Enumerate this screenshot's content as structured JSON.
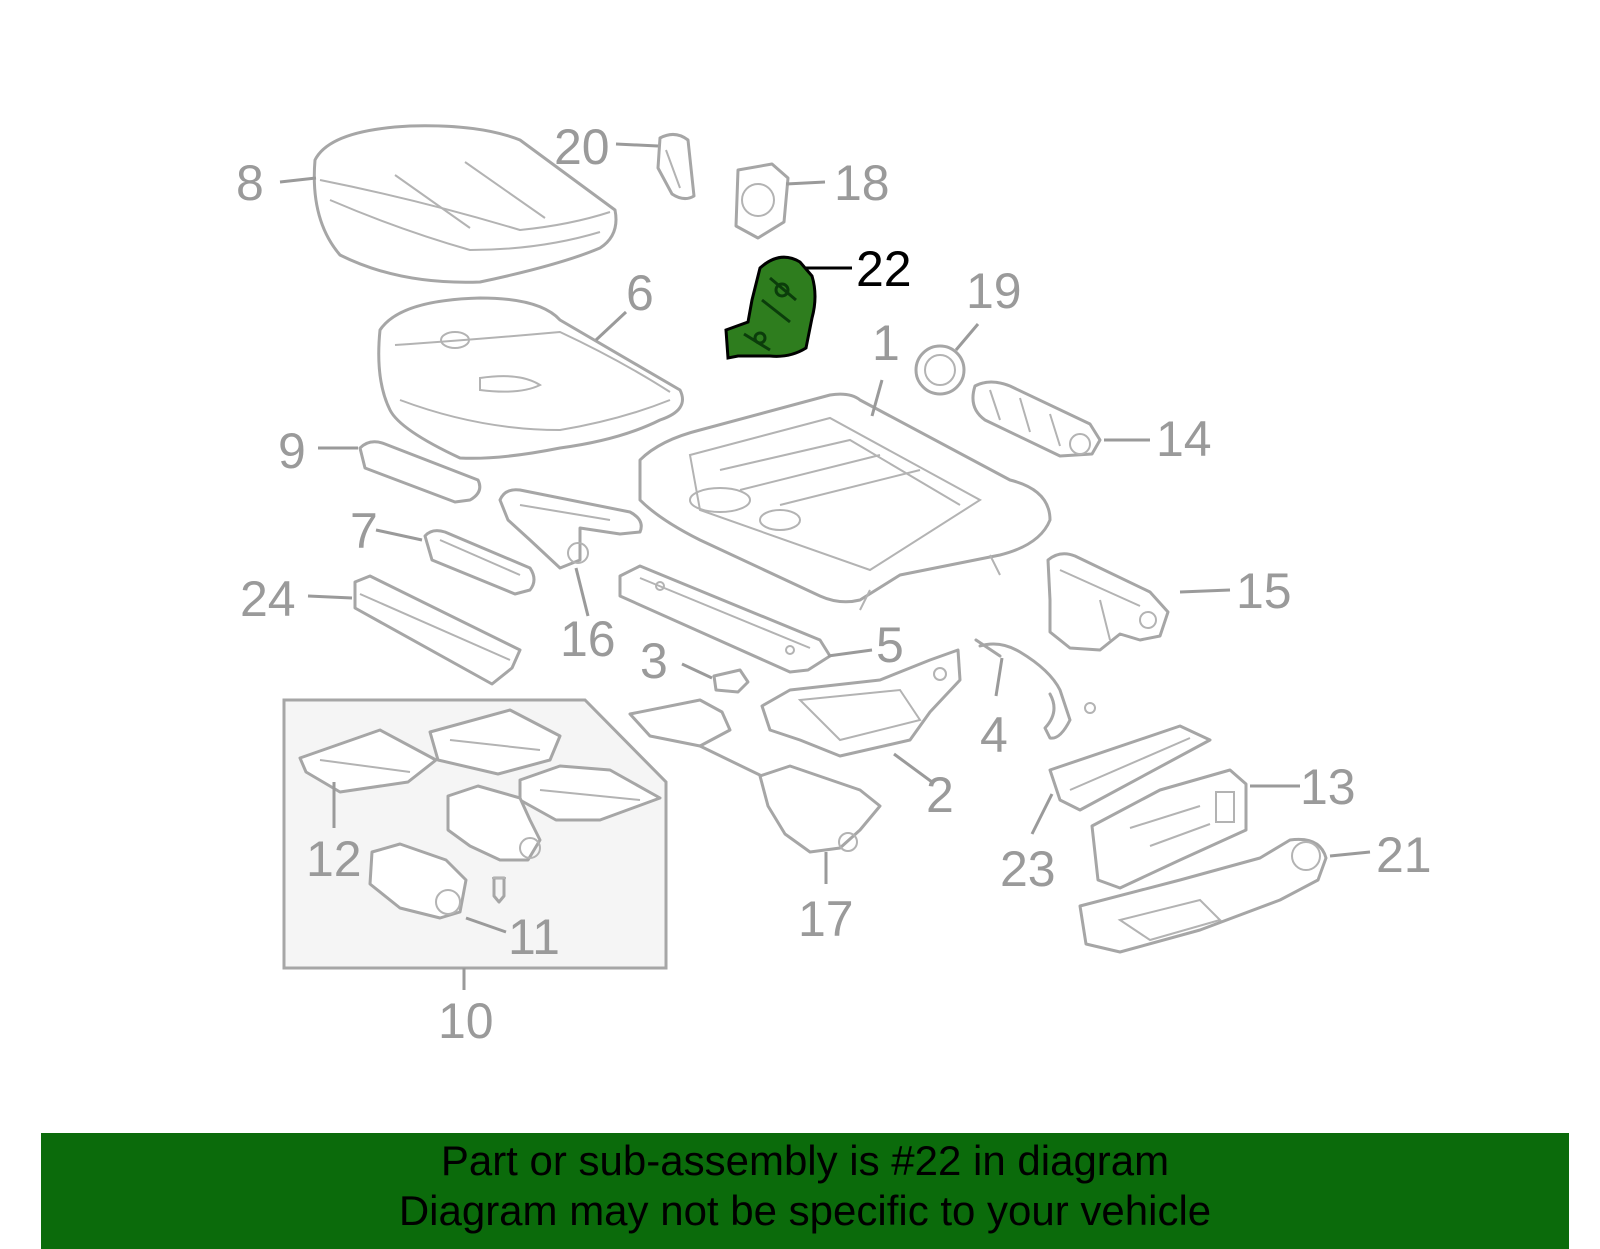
{
  "diagram": {
    "highlighted_part": "22",
    "highlight_color": "#2e7d1e",
    "callouts": [
      {
        "id": "c1",
        "label": "1"
      },
      {
        "id": "c2",
        "label": "2"
      },
      {
        "id": "c3",
        "label": "3"
      },
      {
        "id": "c4",
        "label": "4"
      },
      {
        "id": "c5",
        "label": "5"
      },
      {
        "id": "c6",
        "label": "6"
      },
      {
        "id": "c7",
        "label": "7"
      },
      {
        "id": "c8",
        "label": "8"
      },
      {
        "id": "c9",
        "label": "9"
      },
      {
        "id": "c10",
        "label": "10"
      },
      {
        "id": "c11",
        "label": "11"
      },
      {
        "id": "c12",
        "label": "12"
      },
      {
        "id": "c13",
        "label": "13"
      },
      {
        "id": "c14",
        "label": "14"
      },
      {
        "id": "c15",
        "label": "15"
      },
      {
        "id": "c16",
        "label": "16"
      },
      {
        "id": "c17",
        "label": "17"
      },
      {
        "id": "c18",
        "label": "18"
      },
      {
        "id": "c19",
        "label": "19"
      },
      {
        "id": "c20",
        "label": "20"
      },
      {
        "id": "c21",
        "label": "21"
      },
      {
        "id": "c22",
        "label": "22"
      },
      {
        "id": "c23",
        "label": "23"
      },
      {
        "id": "c24",
        "label": "24"
      }
    ]
  },
  "banner": {
    "line1": "Part or sub-assembly is #22 in diagram",
    "line2": "Diagram may not be specific to your vehicle",
    "background": "#0b6b0b"
  }
}
